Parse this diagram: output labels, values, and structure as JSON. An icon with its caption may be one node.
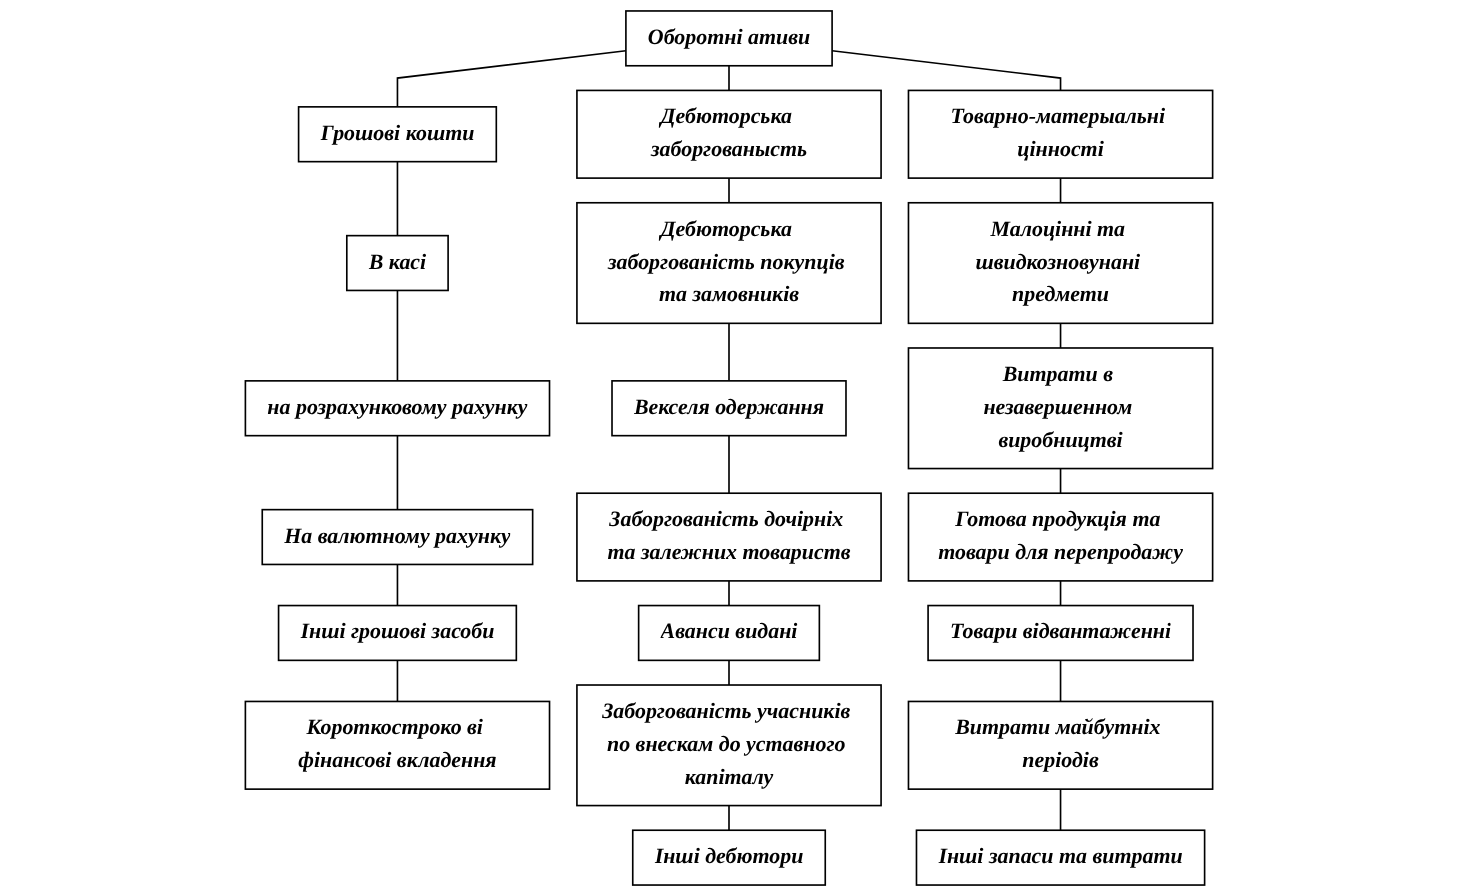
{
  "diagram": {
    "nodes": [
      {
        "text": [
          "Оборотні ативи"
        ]
      },
      {
        "text": [
          "Грошові кошти"
        ]
      },
      {
        "text": [
          "Дебюторська заборгованысть"
        ]
      },
      {
        "text": [
          "Товарно-матерыальні цінності"
        ]
      },
      {
        "text": [
          "В касі"
        ]
      },
      {
        "text": [
          "на розрахунковому рахунку"
        ]
      },
      {
        "text": [
          "На валютному рахунку"
        ]
      },
      {
        "text": [
          "Інші грошові засоби"
        ]
      },
      {
        "text": [
          "Короткостроко ві фінансові вкладення"
        ]
      },
      {
        "text": [
          "Дебюторська заборгованість покупців та замовників"
        ]
      },
      {
        "text": [
          "Векселя одержання"
        ]
      },
      {
        "text": [
          "Заборгованість дочірніх та залежних товариств"
        ]
      },
      {
        "text": [
          "Аванси видані"
        ]
      },
      {
        "text": [
          "Заборгованість учасників по внескам до уставного капіталу"
        ]
      },
      {
        "text": [
          "Інші дебютори"
        ]
      },
      {
        "text": [
          "Малоцінні та швидкозновунані предмети"
        ]
      },
      {
        "text": [
          "Витрати в незавершенном виробництві"
        ]
      },
      {
        "text": [
          "Готова продукція та товари для перепродажу"
        ]
      },
      {
        "text": [
          "Товари відвантаженні"
        ]
      },
      {
        "text": [
          "Витрати майбутніх періодів"
        ]
      },
      {
        "text": [
          "Інші запаси та витрати"
        ]
      }
    ],
    "edges": [
      {
        "from": 0,
        "to": 1,
        "arrow": "none"
      },
      {
        "from": 0,
        "to": 2,
        "arrow": "none"
      },
      {
        "from": 0,
        "to": 3,
        "arrow": "none"
      },
      {
        "from": 1,
        "to": 4,
        "arrow": "none"
      },
      {
        "from": 4,
        "to": 5,
        "arrow": "none"
      },
      {
        "from": 5,
        "to": 6,
        "arrow": "none"
      },
      {
        "from": 6,
        "to": 7,
        "arrow": "none"
      },
      {
        "from": 7,
        "to": 8,
        "arrow": "none"
      },
      {
        "from": 2,
        "to": 9,
        "arrow": "none"
      },
      {
        "from": 9,
        "to": 10,
        "arrow": "none"
      },
      {
        "from": 10,
        "to": 11,
        "arrow": "none"
      },
      {
        "from": 11,
        "to": 12,
        "arrow": "none"
      },
      {
        "from": 12,
        "to": 13,
        "arrow": "none"
      },
      {
        "from": 13,
        "to": 14,
        "arrow": "none"
      },
      {
        "from": 3,
        "to": 15,
        "arrow": "none"
      },
      {
        "from": 15,
        "to": 16,
        "arrow": "none"
      },
      {
        "from": 16,
        "to": 17,
        "arrow": "none"
      },
      {
        "from": 17,
        "to": 18,
        "arrow": "none"
      },
      {
        "from": 18,
        "to": 19,
        "arrow": "none"
      },
      {
        "from": 19,
        "to": 20,
        "arrow": "none"
      }
    ]
  }
}
